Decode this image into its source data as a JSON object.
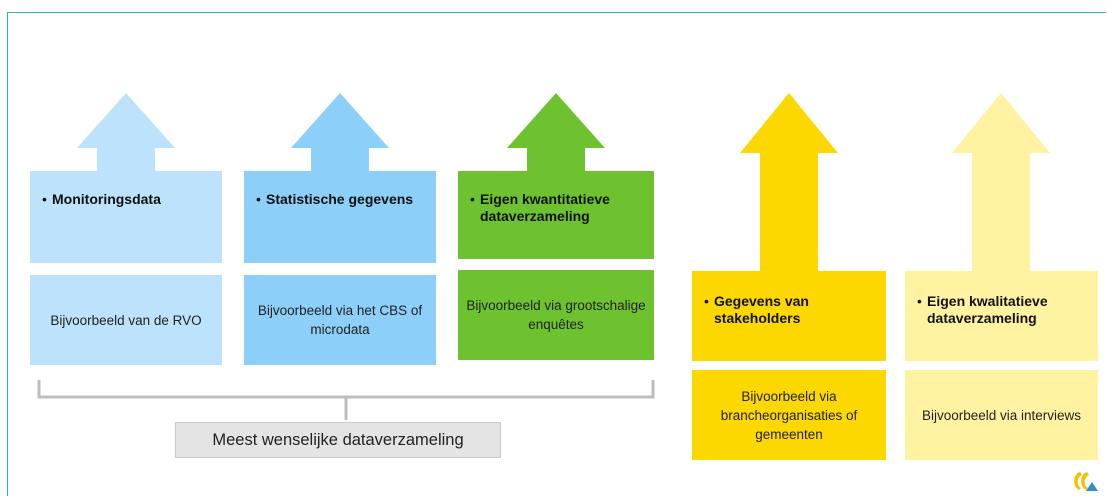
{
  "columns": [
    {
      "bullet": "•",
      "title": "Monitoringsdata",
      "detail": "Bijvoorbeeld van de RVO",
      "color": "#bde2fb",
      "box_color": "#bde2fb"
    },
    {
      "bullet": "•",
      "title": "Statistische gegevens",
      "detail": "Bijvoorbeeld via het CBS of microdata",
      "color": "#8ccff8",
      "box_color": "#8ccff8"
    },
    {
      "bullet": "•",
      "title": "Eigen kwantitatieve dataverzameling",
      "detail": "Bijvoorbeeld via grootschalige enquêtes",
      "color": "#6ec230",
      "box_color": "#6ec230"
    },
    {
      "bullet": "•",
      "title": "Gegevens van stakeholders",
      "detail": "Bijvoorbeeld via brancheorganisaties of gemeenten",
      "color": "#fcd800",
      "box_color": "#fcd800"
    },
    {
      "bullet": "•",
      "title": "Eigen kwalitatieve dataverzameling",
      "detail": "Bijvoorbeeld via interviews",
      "color": "#fff2a0",
      "box_color": "#fff2a0"
    }
  ],
  "group_label": "Meest wenselijke dataverzameling",
  "frame_color": "#2bb3c4",
  "logo_icon": "organization-logo"
}
